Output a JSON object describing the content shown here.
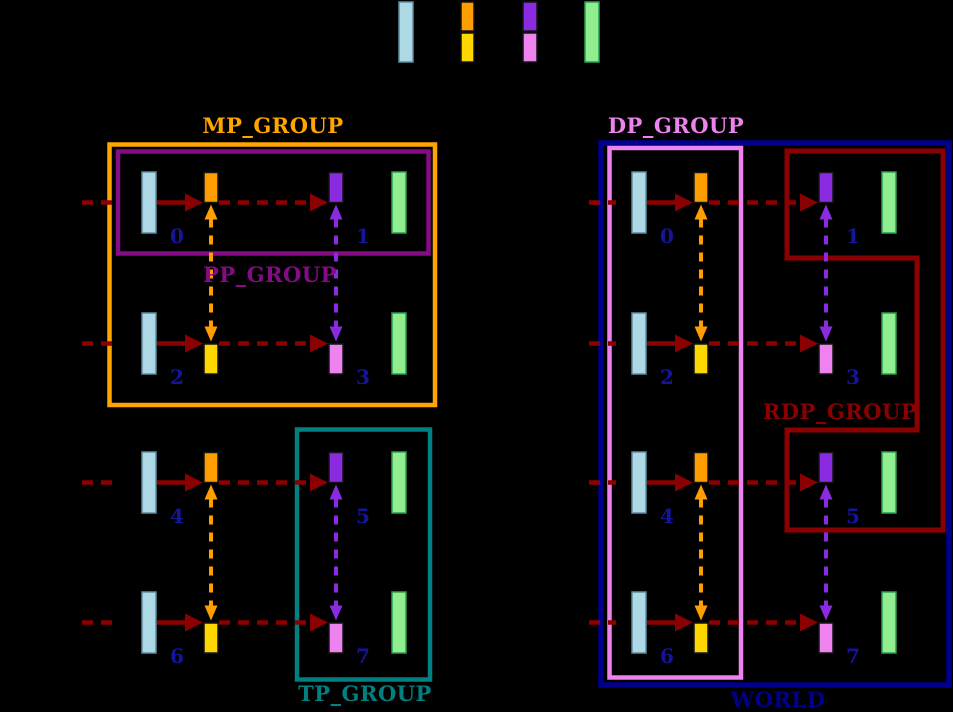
{
  "colors": {
    "background": "#000000",
    "bar_blue": "#ADD8E6",
    "bar_blue_border": "#5E8CA0",
    "bar_orange": "#FF9E00",
    "bar_yellow": "#FFD700",
    "bar_purple": "#8A2BE2",
    "bar_pink": "#EE82EE",
    "bar_green": "#90EE90",
    "bar_green_border": "#2E9E50",
    "bar_dark_border": "#141414",
    "arrow_dark_red": "#8B0000",
    "group_mp": "#FFA500",
    "group_pp": "#860B86",
    "group_tp": "#008080",
    "group_dp": "#EE82EE",
    "group_rdp": "#8B0000",
    "group_world": "#00008B",
    "rank_number": "#15159B"
  },
  "legend": {
    "swatches": [
      {
        "name": "blue-full-bar"
      },
      {
        "name": "orange-over-yellow-half-bars"
      },
      {
        "name": "purple-over-pink-half-bars"
      },
      {
        "name": "green-full-bar"
      }
    ]
  },
  "groups": {
    "mp": "MP_GROUP",
    "pp": "PP_GROUP",
    "tp": "TP_GROUP",
    "dp": "DP_GROUP",
    "rdp": "RDP_GROUP",
    "world": "WORLD"
  },
  "diagrams": {
    "left": {
      "ranks": [
        "0",
        "1",
        "2",
        "3",
        "4",
        "5",
        "6",
        "7"
      ]
    },
    "right": {
      "ranks": [
        "0",
        "1",
        "2",
        "3",
        "4",
        "5",
        "6",
        "7"
      ]
    }
  }
}
